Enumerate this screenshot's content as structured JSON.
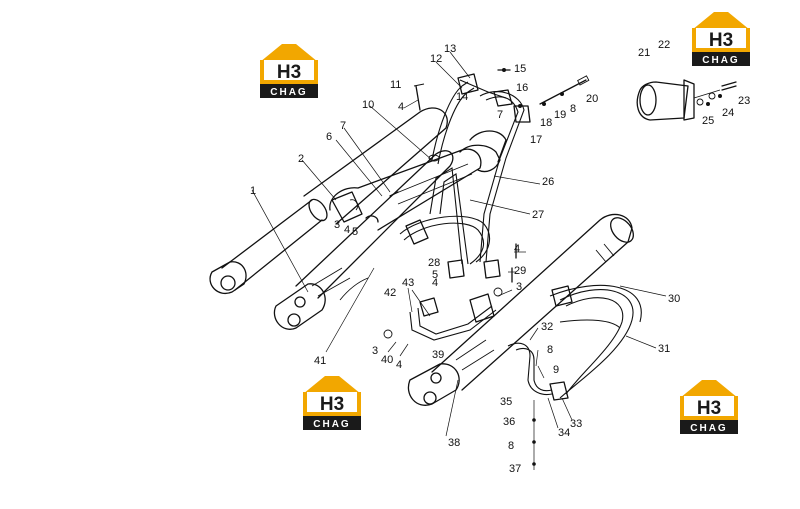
{
  "watermark": {
    "logo_text": "H3",
    "brand_text": "CHAG"
  },
  "callouts": [
    {
      "label": "1"
    },
    {
      "label": "2"
    },
    {
      "label": "3"
    },
    {
      "label": "4"
    },
    {
      "label": "5"
    },
    {
      "label": "6"
    },
    {
      "label": "7"
    },
    {
      "label": "10"
    },
    {
      "label": "11"
    },
    {
      "label": "4"
    },
    {
      "label": "12"
    },
    {
      "label": "13"
    },
    {
      "label": "14"
    },
    {
      "label": "15"
    },
    {
      "label": "16"
    },
    {
      "label": "7"
    },
    {
      "label": "18"
    },
    {
      "label": "19"
    },
    {
      "label": "8"
    },
    {
      "label": "20"
    },
    {
      "label": "17"
    },
    {
      "label": "26"
    },
    {
      "label": "27"
    },
    {
      "label": "21"
    },
    {
      "label": "22"
    },
    {
      "label": "23"
    },
    {
      "label": "24"
    },
    {
      "label": "25"
    },
    {
      "label": "4"
    },
    {
      "label": "28"
    },
    {
      "label": "5"
    },
    {
      "label": "4"
    },
    {
      "label": "29"
    },
    {
      "label": "3"
    },
    {
      "label": "42"
    },
    {
      "label": "43"
    },
    {
      "label": "30"
    },
    {
      "label": "32"
    },
    {
      "label": "8"
    },
    {
      "label": "9"
    },
    {
      "label": "31"
    },
    {
      "label": "41"
    },
    {
      "label": "3"
    },
    {
      "label": "40"
    },
    {
      "label": "4"
    },
    {
      "label": "39"
    },
    {
      "label": "35"
    },
    {
      "label": "36"
    },
    {
      "label": "8"
    },
    {
      "label": "37"
    },
    {
      "label": "38"
    },
    {
      "label": "34"
    },
    {
      "label": "33"
    }
  ]
}
